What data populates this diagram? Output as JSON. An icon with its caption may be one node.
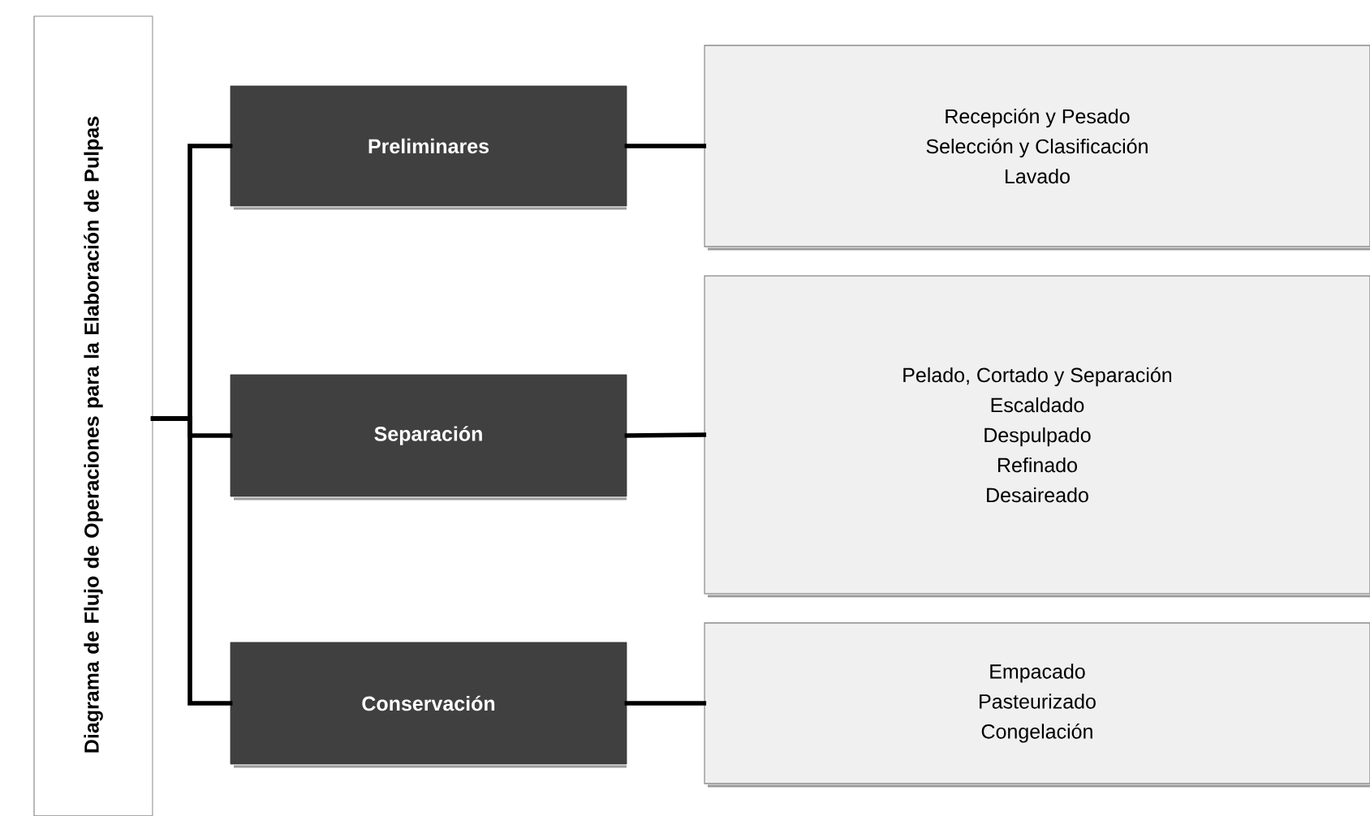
{
  "diagram": {
    "nodes": [
      {
        "text": [
          "Diagrama de Flujo de Operaciones para la Elaboración de Pulpas"
        ]
      },
      {
        "text": [
          "Preliminares"
        ]
      },
      {
        "text": [
          "Recepción y Pesado",
          "Selección y Clasificación",
          "Lavado"
        ]
      },
      {
        "text": [
          "Separación"
        ]
      },
      {
        "text": [
          "Pelado, Cortado y Separación",
          "Escaldado",
          "Despulpado",
          "Refinado",
          "Desaireado"
        ]
      },
      {
        "text": [
          "Conservación"
        ]
      },
      {
        "text": [
          "Empacado",
          "Pasteurizado",
          "Congelación"
        ]
      }
    ],
    "edges": [
      {
        "from": 0,
        "to": 1,
        "arrow": "none"
      },
      {
        "from": 0,
        "to": 3,
        "arrow": "none"
      },
      {
        "from": 0,
        "to": 5,
        "arrow": "none"
      },
      {
        "from": 1,
        "to": 2,
        "arrow": "none"
      },
      {
        "from": 3,
        "to": 4,
        "arrow": "none"
      },
      {
        "from": 5,
        "to": 6,
        "arrow": "none"
      }
    ]
  }
}
